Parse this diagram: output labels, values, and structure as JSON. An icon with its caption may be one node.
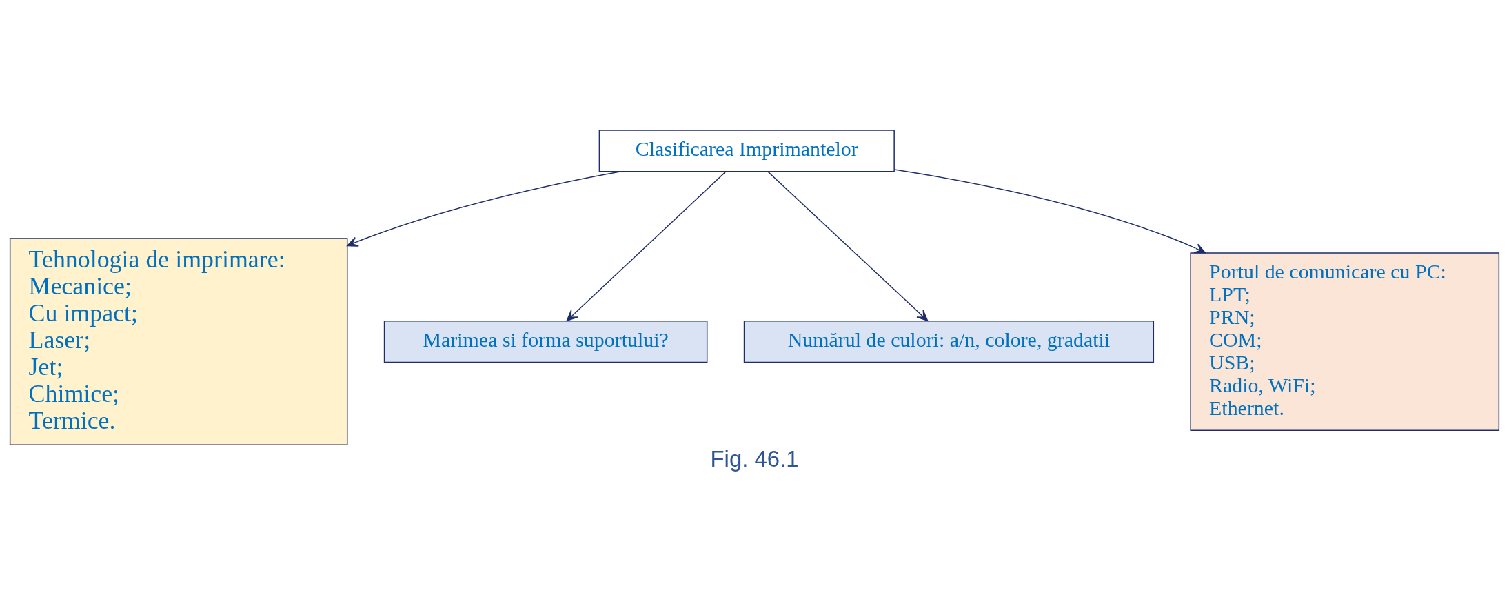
{
  "diagram": {
    "caption": "Fig. 46.1",
    "nodes": [
      {
        "text": [
          "Clasificarea Imprimantelor"
        ]
      },
      {
        "text": [
          "Tehnologia de imprimare:",
          "Mecanice;",
          "Cu impact;",
          "Laser;",
          "Jet;",
          "Chimice;",
          "Termice."
        ]
      },
      {
        "text": [
          "Marimea si forma suportului?"
        ]
      },
      {
        "text": [
          "Numărul de culori: a/n, colore, gradatii"
        ]
      },
      {
        "text": [
          "Portul de comunicare cu PC:",
          "LPT;",
          "PRN;",
          "COM;",
          "USB;",
          "Radio, WiFi;",
          "Ethernet."
        ]
      }
    ],
    "edges": [
      {
        "from": 0,
        "to": 1,
        "arrow": "to"
      },
      {
        "from": 0,
        "to": 2,
        "arrow": "to"
      },
      {
        "from": 0,
        "to": 3,
        "arrow": "to"
      },
      {
        "from": 0,
        "to": 4,
        "arrow": "to"
      }
    ]
  }
}
